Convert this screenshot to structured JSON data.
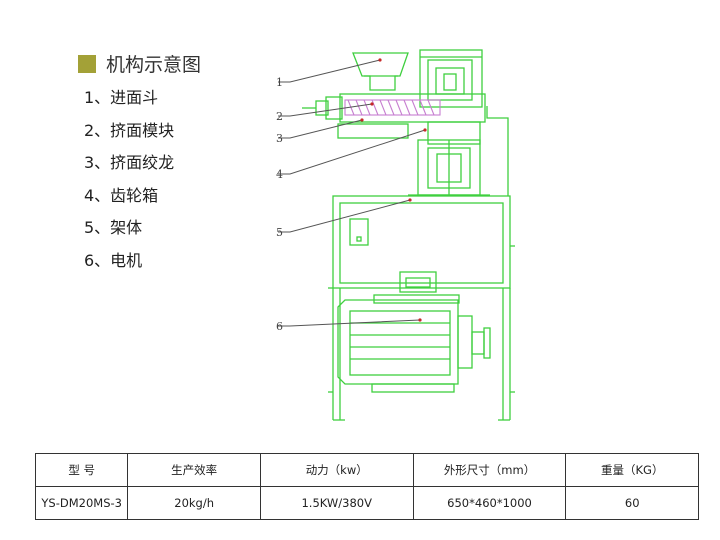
{
  "legend": {
    "title": "机构示意图",
    "items": [
      "1、进面斗",
      "2、挤面模块",
      "3、挤面绞龙",
      "4、齿轮箱",
      "5、架体",
      "6、电机"
    ]
  },
  "diagram": {
    "callouts": [
      "1",
      "2",
      "3",
      "4",
      "5",
      "6"
    ],
    "colors": {
      "machine": "#3fcf3f",
      "leader": "#c62828",
      "callout_line": "#555555",
      "hatch": "#c77fd0"
    }
  },
  "spec_table": {
    "headers": [
      "型 号",
      "生产效率",
      "动力（kw）",
      "外形尺寸（mm）",
      "重量（KG）"
    ],
    "rows": [
      [
        "YS-DM20MS-3",
        "20kg/h",
        "1.5KW/380V",
        "650*460*1000",
        "60"
      ]
    ]
  },
  "colors": {
    "accent_square": "#a3a137"
  }
}
